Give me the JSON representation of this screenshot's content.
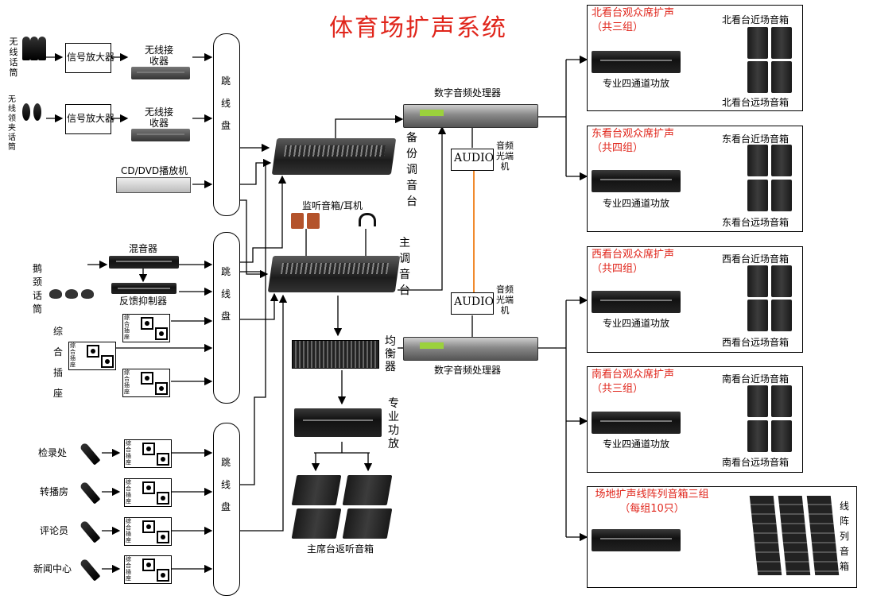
{
  "title": "体育场扩声系统",
  "sources": {
    "wireless_mic": "无线话筒",
    "wireless_lav": "无线领夹话筒",
    "signal_amp_1": "信号放大器",
    "signal_amp_2": "信号放大器",
    "receiver_1": "无线接收器",
    "receiver_2": "无线接收器",
    "cd_dvd": "CD/DVD播放机",
    "gooseneck": "鹅颈话筒",
    "mixer": "混音器",
    "feedback": "反馈抑制器",
    "outlet_group": "综合插座",
    "panel_label": "综合插座",
    "jumper": "跳线盘",
    "locations": [
      "检录处",
      "转播房",
      "评论员",
      "新闻中心"
    ]
  },
  "center": {
    "backup_console": "备份调音台",
    "main_console": "主调音台",
    "monitor": "监听音箱/耳机",
    "equalizer": "均衡器",
    "pro_amp": "专业功放",
    "stage_monitor": "主席台返听音箱",
    "dsp_top": "数字音频处理器",
    "dsp_bottom": "数字音频处理器",
    "audio_label": "AUDIO",
    "optical_top": "音频光端机",
    "optical_bottom": "音频光端机"
  },
  "zones": [
    {
      "title": "北看台观众席扩声（共三组）",
      "near": "北看台近场音箱",
      "far": "北看台远场音箱",
      "amp": "专业四通道功放"
    },
    {
      "title": "东看台观众席扩声（共四组）",
      "near": "东看台近场音箱",
      "far": "东看台远场音箱",
      "amp": "专业四通道功放"
    },
    {
      "title": "西看台观众席扩声（共四组）",
      "near": "西看台近场音箱",
      "far": "西看台远场音箱",
      "amp": "专业四通道功放"
    },
    {
      "title": "南看台观众席扩声（共三组）",
      "near": "南看台近场音箱",
      "far": "南看台远场音箱",
      "amp": "专业四通道功放"
    }
  ],
  "field": {
    "title": "场地扩声线阵列音箱三组（每组10只）",
    "array_label": "线阵列音箱"
  },
  "colors": {
    "title": "#e0251b",
    "zone_title": "#e0251b",
    "fiber": "#f08a2c",
    "line": "#000000"
  }
}
